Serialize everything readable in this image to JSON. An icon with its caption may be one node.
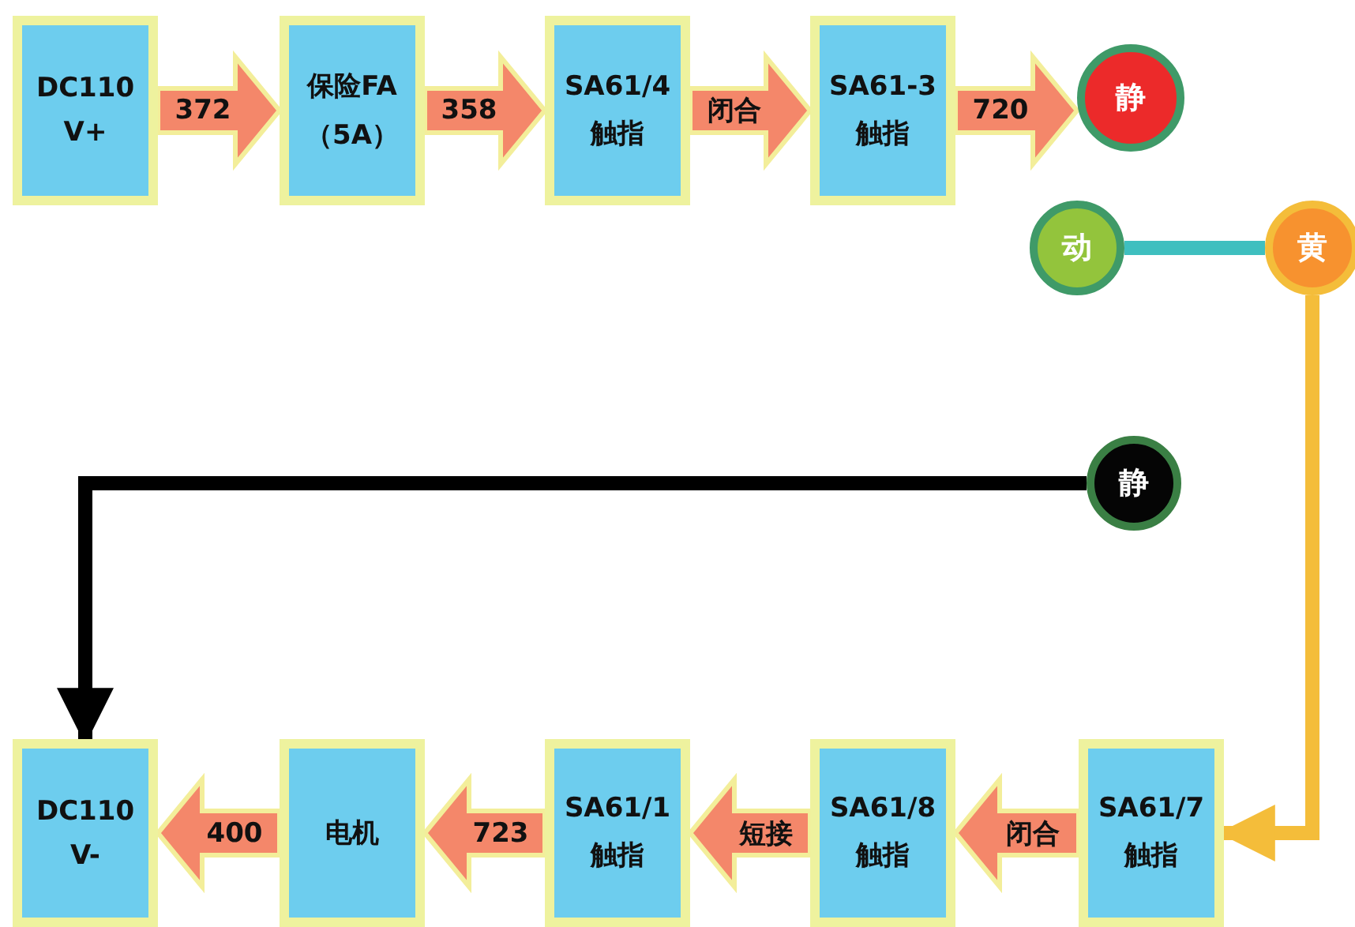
{
  "diagram": {
    "nodes": [
      {
        "text": [
          "DC110",
          "V+"
        ]
      },
      {
        "text": [
          "保险FA",
          "（5A）"
        ]
      },
      {
        "text": [
          "SA61/4",
          "触指"
        ]
      },
      {
        "text": [
          "SA61-3",
          "触指"
        ]
      },
      {
        "text": [
          "静"
        ]
      },
      {
        "text": [
          "动"
        ]
      },
      {
        "text": [
          "黄"
        ]
      },
      {
        "text": [
          "静"
        ]
      },
      {
        "text": [
          "DC110",
          "V-"
        ]
      },
      {
        "text": [
          "电机"
        ]
      },
      {
        "text": [
          "SA61/1",
          "触指"
        ]
      },
      {
        "text": [
          "SA61/8",
          "触指"
        ]
      },
      {
        "text": [
          "SA61/7",
          "触指"
        ]
      }
    ],
    "edges": [
      {
        "from": 0,
        "to": 1,
        "arrow": "to",
        "label": "372"
      },
      {
        "from": 1,
        "to": 2,
        "arrow": "to",
        "label": "358"
      },
      {
        "from": 2,
        "to": 3,
        "arrow": "to",
        "label": "闭合"
      },
      {
        "from": 3,
        "to": 4,
        "arrow": "to",
        "label": "720"
      },
      {
        "from": 5,
        "to": 6,
        "arrow": "none",
        "color": "#3fbfbf"
      },
      {
        "from": 6,
        "to": 12,
        "arrow": "to",
        "color": "#f4bd3a"
      },
      {
        "from": 7,
        "to": 8,
        "arrow": "to",
        "color": "#000000"
      },
      {
        "from": 12,
        "to": 11,
        "arrow": "to",
        "label": "闭合"
      },
      {
        "from": 11,
        "to": 10,
        "arrow": "to",
        "label": "短接"
      },
      {
        "from": 10,
        "to": 9,
        "arrow": "to",
        "label": "723"
      },
      {
        "from": 9,
        "to": 8,
        "arrow": "to",
        "label": "400"
      }
    ]
  }
}
